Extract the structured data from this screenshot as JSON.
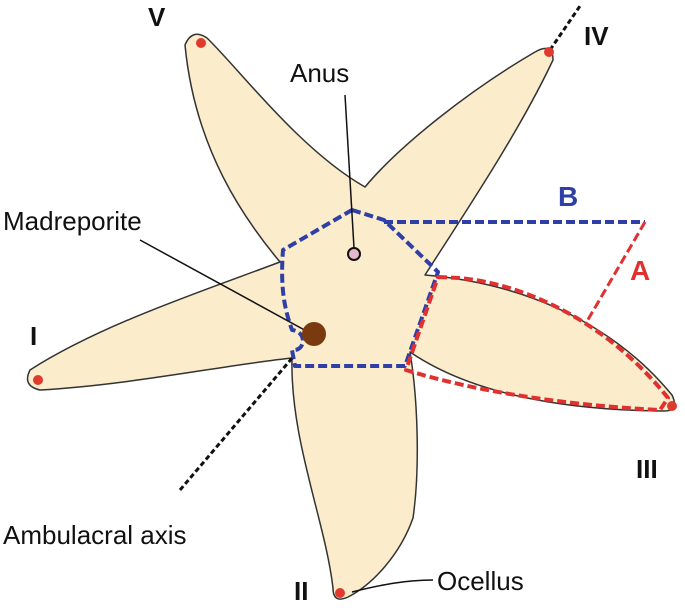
{
  "diagram": {
    "labels": {
      "anus": "Anus",
      "madreporite": "Madreporite",
      "ambulacral_axis": "Ambulacral axis",
      "ocellus": "Ocellus"
    },
    "arms": {
      "i": "I",
      "ii": "II",
      "iii": "III",
      "iv": "IV",
      "v": "V"
    },
    "measurements": {
      "a": "A",
      "b": "B"
    },
    "colors": {
      "body_fill": "#fbeccb",
      "outline": "#333333",
      "ocellus": "#e03a2e",
      "madreporite": "#7a3a10",
      "anus_ring": "#e6b7c8",
      "dashed_blue": "#2e3fa8",
      "dashed_red": "#e03030",
      "measure_b": "#2e3fa8",
      "measure_a": "#e03030"
    }
  }
}
